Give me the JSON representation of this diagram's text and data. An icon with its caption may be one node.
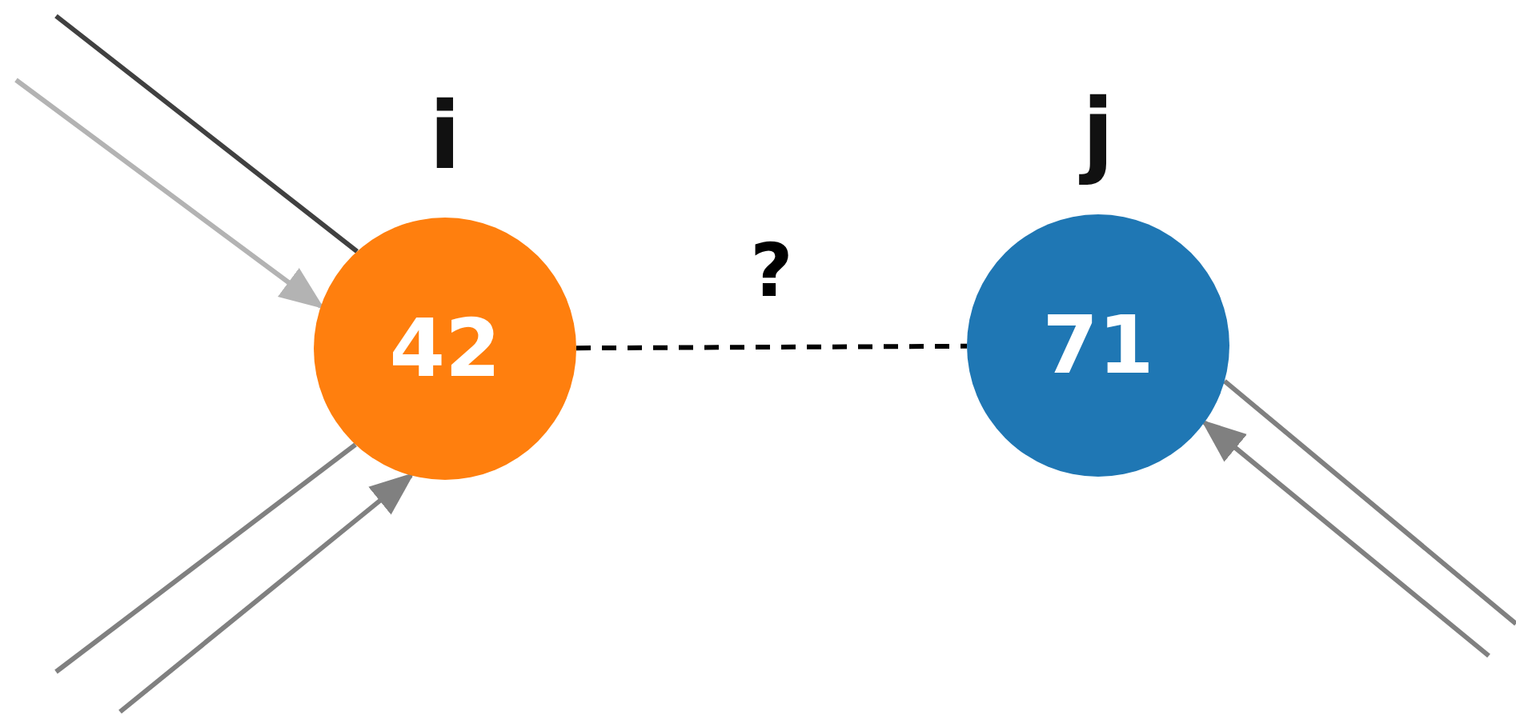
{
  "diagram": {
    "nodes": [
      {
        "text": [
          "42"
        ],
        "beside": [
          "i"
        ]
      },
      {
        "text": [
          "71"
        ],
        "beside": [
          "j"
        ]
      }
    ],
    "edges": [
      {
        "from": 0,
        "to": 1,
        "arrow": "none",
        "label": "?",
        "style": "dashed",
        "color": "#000000"
      },
      {
        "from": null,
        "to": 0,
        "arrow": "none",
        "color": "#404040"
      },
      {
        "from": null,
        "to": 0,
        "arrow": "to",
        "color": "#b3b3b3"
      },
      {
        "from": null,
        "to": 0,
        "arrow": "none"
      },
      {
        "from": null,
        "to": 0,
        "arrow": "to"
      },
      {
        "from": null,
        "to": 1,
        "arrow": "none"
      },
      {
        "from": null,
        "to": 1,
        "arrow": "to"
      }
    ]
  }
}
